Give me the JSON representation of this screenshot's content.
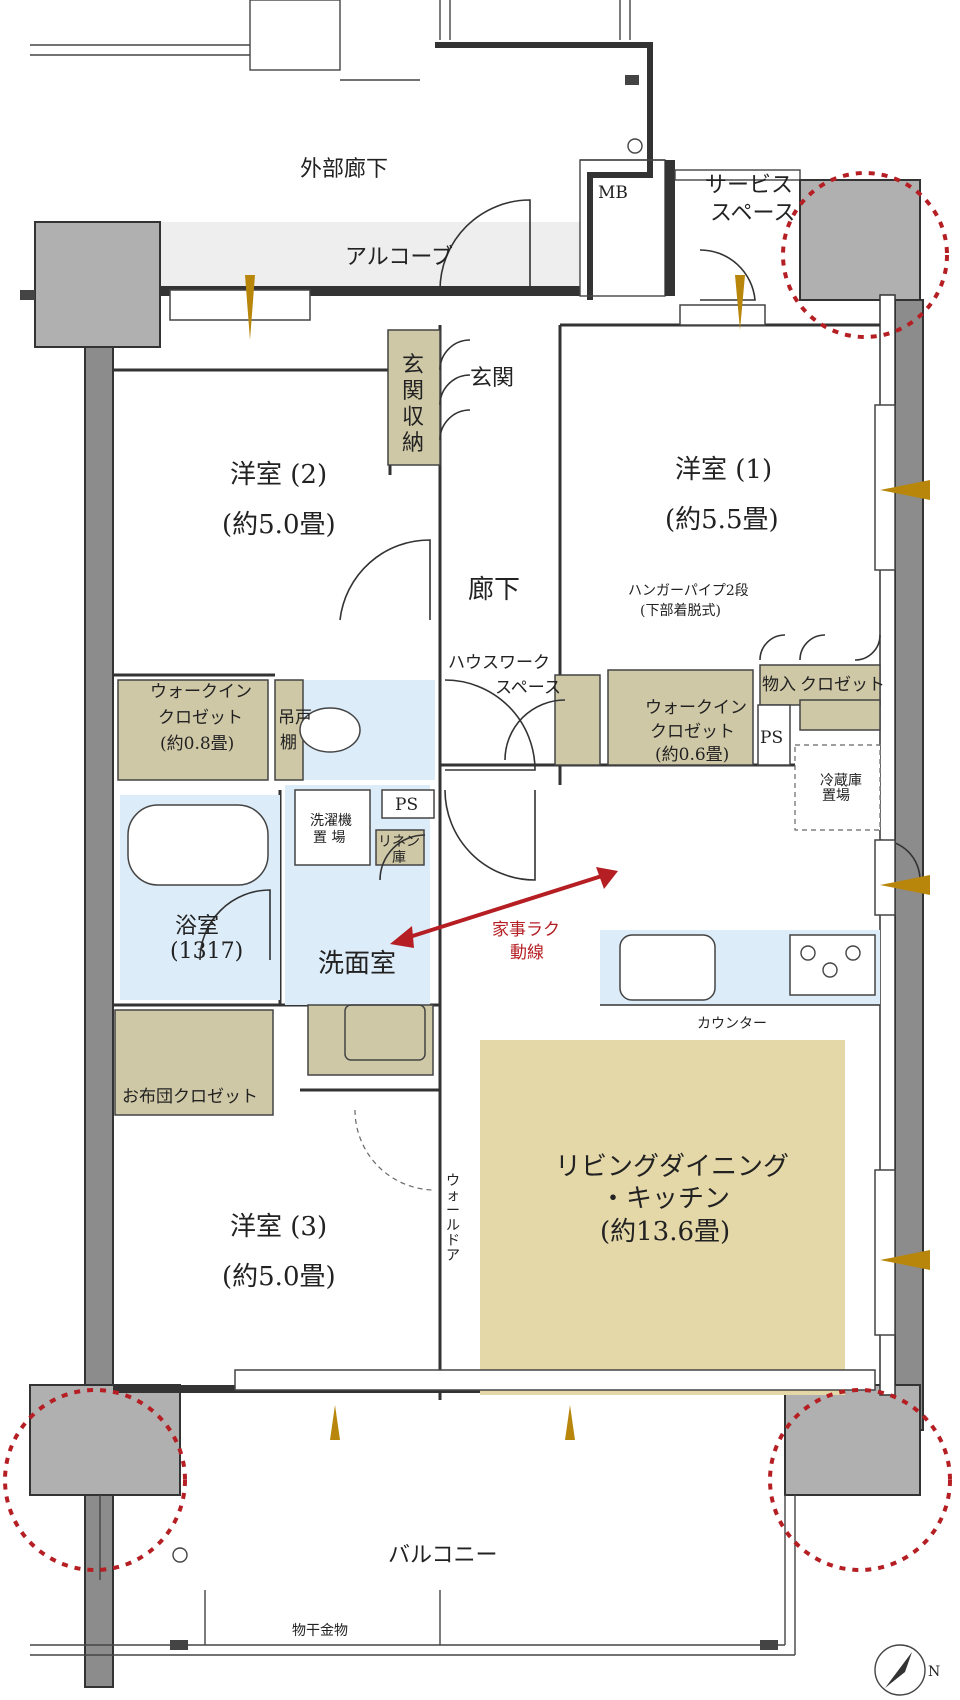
{
  "rooms": {
    "corridor_outer": "外部廊下",
    "alcove": "アルコーブ",
    "mb": "MB",
    "service_space_1": "サービス",
    "service_space_2": "スペース",
    "entrance": "玄関",
    "entrance_storage": [
      "玄",
      "関",
      "収",
      "納"
    ],
    "room2_name": "洋室 (2)",
    "room2_size": "(約5.0畳)",
    "room1_name": "洋室 (1)",
    "room1_size": "(約5.5畳)",
    "hallway": "廊下",
    "hanger_1": "ハンガーパイプ2段",
    "hanger_2": "(下部着脱式)",
    "housework_1": "ハウスワーク",
    "housework_2": "スペース",
    "wic_left_1": "ウォークイン",
    "wic_left_2": "クロゼット",
    "wic_left_3": "(約0.8畳)",
    "hanging_shelf_1": "吊戸",
    "hanging_shelf_2": "棚",
    "wic_right_1": "ウォークイン",
    "wic_right_2": "クロゼット",
    "wic_right_3": "(約0.6畳)",
    "storage": "物入",
    "closet": "クロゼット",
    "ps_right": "PS",
    "fridge_1": "冷蔵庫",
    "fridge_2": "置場",
    "ps_mid": "PS",
    "washer_1": "洗濯機",
    "washer_2": "置 場",
    "linen_1": "リネン",
    "linen_2": "庫",
    "bath_name": "浴室",
    "bath_size": "(1317)",
    "washroom": "洗面室",
    "flow_1": "家事ラク",
    "flow_2": "動線",
    "counter": "カウンター",
    "futon_closet": "お布団クロゼット",
    "wall_door": [
      "ウ",
      "ォ",
      "ー",
      "ル",
      "ド",
      "ア"
    ],
    "room3_name": "洋室 (3)",
    "room3_size": "(約5.0畳)",
    "ldk_1": "リビングダイニング",
    "ldk_2": "・キッチン",
    "ldk_3": "(約13.6畳)",
    "balcony": "バルコニー",
    "drying_hardware": "物干金物",
    "north": "N"
  },
  "colors": {
    "wet_area": "#dcecf8",
    "storage": "#cfc8a7",
    "ldk": "#e4d8a9",
    "flow_arrow": "#b51f24",
    "highlight_circle": "#b51f24",
    "wall": "#8c8c8c"
  }
}
